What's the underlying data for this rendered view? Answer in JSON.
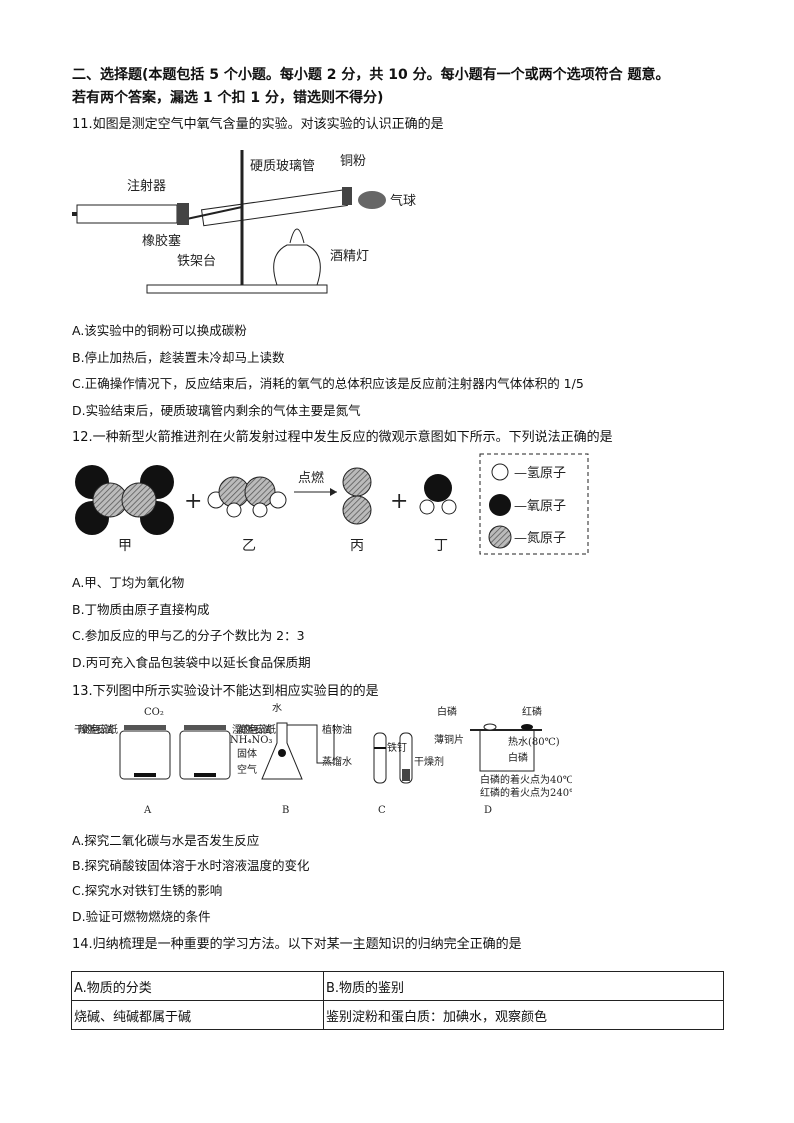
{
  "section": {
    "line1": "二、选择题(本题包括 5 个小题。每小题 2 分，共 10 分。每小题有一个或两个选项符合 题意。",
    "line2": "若有两个答案，漏选 1 个扣 1 分，错选则不得分)"
  },
  "q11": {
    "stem": "11.如图是测定空气中氧气含量的实验。对该实验的认识正确的是",
    "labels": {
      "syringe": "注射器",
      "tube": "硬质玻璃管",
      "copper": "铜粉",
      "balloon": "气球",
      "stopper": "橡胶塞",
      "stand": "铁架台",
      "lamp": "酒精灯"
    },
    "options": [
      "A.该实验中的铜粉可以换成碳粉",
      "B.停止加热后，趁装置未冷却马上读数",
      "C.正确操作情况下，反应结束后，消耗的氧气的总体积应该是反应前注射器内气体体积的 1/5",
      "D.实验结束后，硬质玻璃管内剩余的气体主要是氮气"
    ]
  },
  "q12": {
    "stem": "12.一种新型火箭推进剂在火箭发射过程中发生反应的微观示意图如下所示。下列说法正确的是",
    "labels": {
      "jia": "甲",
      "yi": "乙",
      "bing": "丙",
      "ding": "丁",
      "condition": "点燃",
      "plus": "+",
      "legend_h": "—氢原子",
      "legend_o": "—氧原子",
      "legend_n": "—氮原子"
    },
    "options": [
      "A.甲、丁均为氧化物",
      "B.丁物质由原子直接构成",
      "C.参加反应的甲与乙的分子个数比为 2：3",
      "D.丙可充入食品包装袋中以延长食品保质期"
    ]
  },
  "q13": {
    "stem": "13.下列图中所示实验设计不能达到相应实验目的的是",
    "labels": {
      "dry_paper": "干燥的蓝色石蕊试纸",
      "co2": "CO₂",
      "wet_paper": "湿润的蓝色石蕊试纸",
      "a": "A",
      "water": "水",
      "nh4no3": "NH₄NO₃",
      "solid": "固体",
      "air": "空气",
      "b": "B",
      "oil": "植物油",
      "nail": "铁钉",
      "distilled": "蒸馏水",
      "desiccant": "干燥剂",
      "c": "C",
      "white_p": "白磷",
      "red_p": "红磷",
      "copper_sheet": "薄铜片",
      "hot_water": "热水(80℃)",
      "white_p2": "白磷",
      "ign1": "白磷的着火点为40℃",
      "ign2": "红磷的着火点为240℃",
      "d": "D"
    },
    "options": [
      "A.探究二氧化碳与水是否发生反应",
      "B.探究硝酸铵固体溶于水时溶液温度的变化",
      "C.探究水对铁钉生锈的影响",
      "D.验证可燃物燃烧的条件"
    ]
  },
  "q14": {
    "stem": "14.归纳梳理是一种重要的学习方法。以下对某一主题知识的归纳完全正确的是",
    "table": [
      [
        "A.物质的分类",
        "B.物质的鉴别"
      ],
      [
        "烧碱、纯碱都属于碱",
        "鉴别淀粉和蛋白质：加碘水，观察颜色"
      ]
    ]
  }
}
